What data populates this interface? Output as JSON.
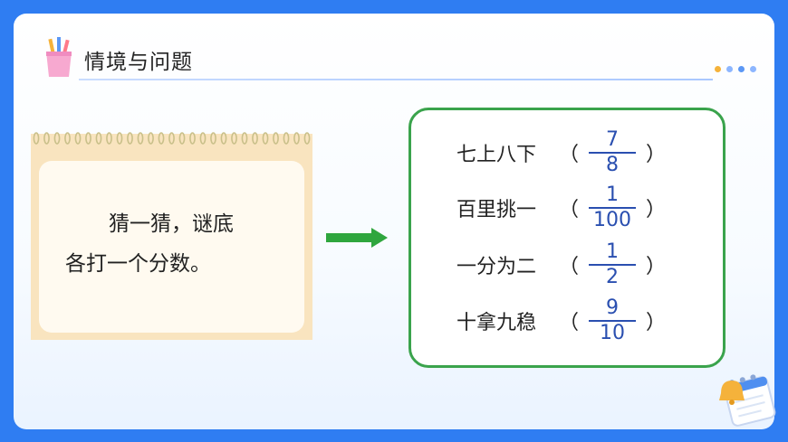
{
  "header": {
    "title": "情境与问题"
  },
  "riddle": {
    "line1": "猜一猜，谜底",
    "line2": "各打一个分数。"
  },
  "answers": [
    {
      "idiom": "七上八下",
      "numerator": "7",
      "denominator": "8"
    },
    {
      "idiom": "百里挑一",
      "numerator": "1",
      "denominator": "100"
    },
    {
      "idiom": "一分为二",
      "numerator": "1",
      "denominator": "2"
    },
    {
      "idiom": "十拿九稳",
      "numerator": "9",
      "denominator": "10"
    }
  ],
  "paren_open": "（",
  "paren_close": "）",
  "colors": {
    "border_blue": "#2f7df2",
    "box_green": "#3aa34c",
    "arrow_green": "#2fa63e",
    "fraction_blue": "#2a4fb0",
    "notepad": "#f9e4bf"
  },
  "icons": [
    "pencil-cup-icon",
    "arrow-right-icon",
    "bell-calendar-icon"
  ]
}
